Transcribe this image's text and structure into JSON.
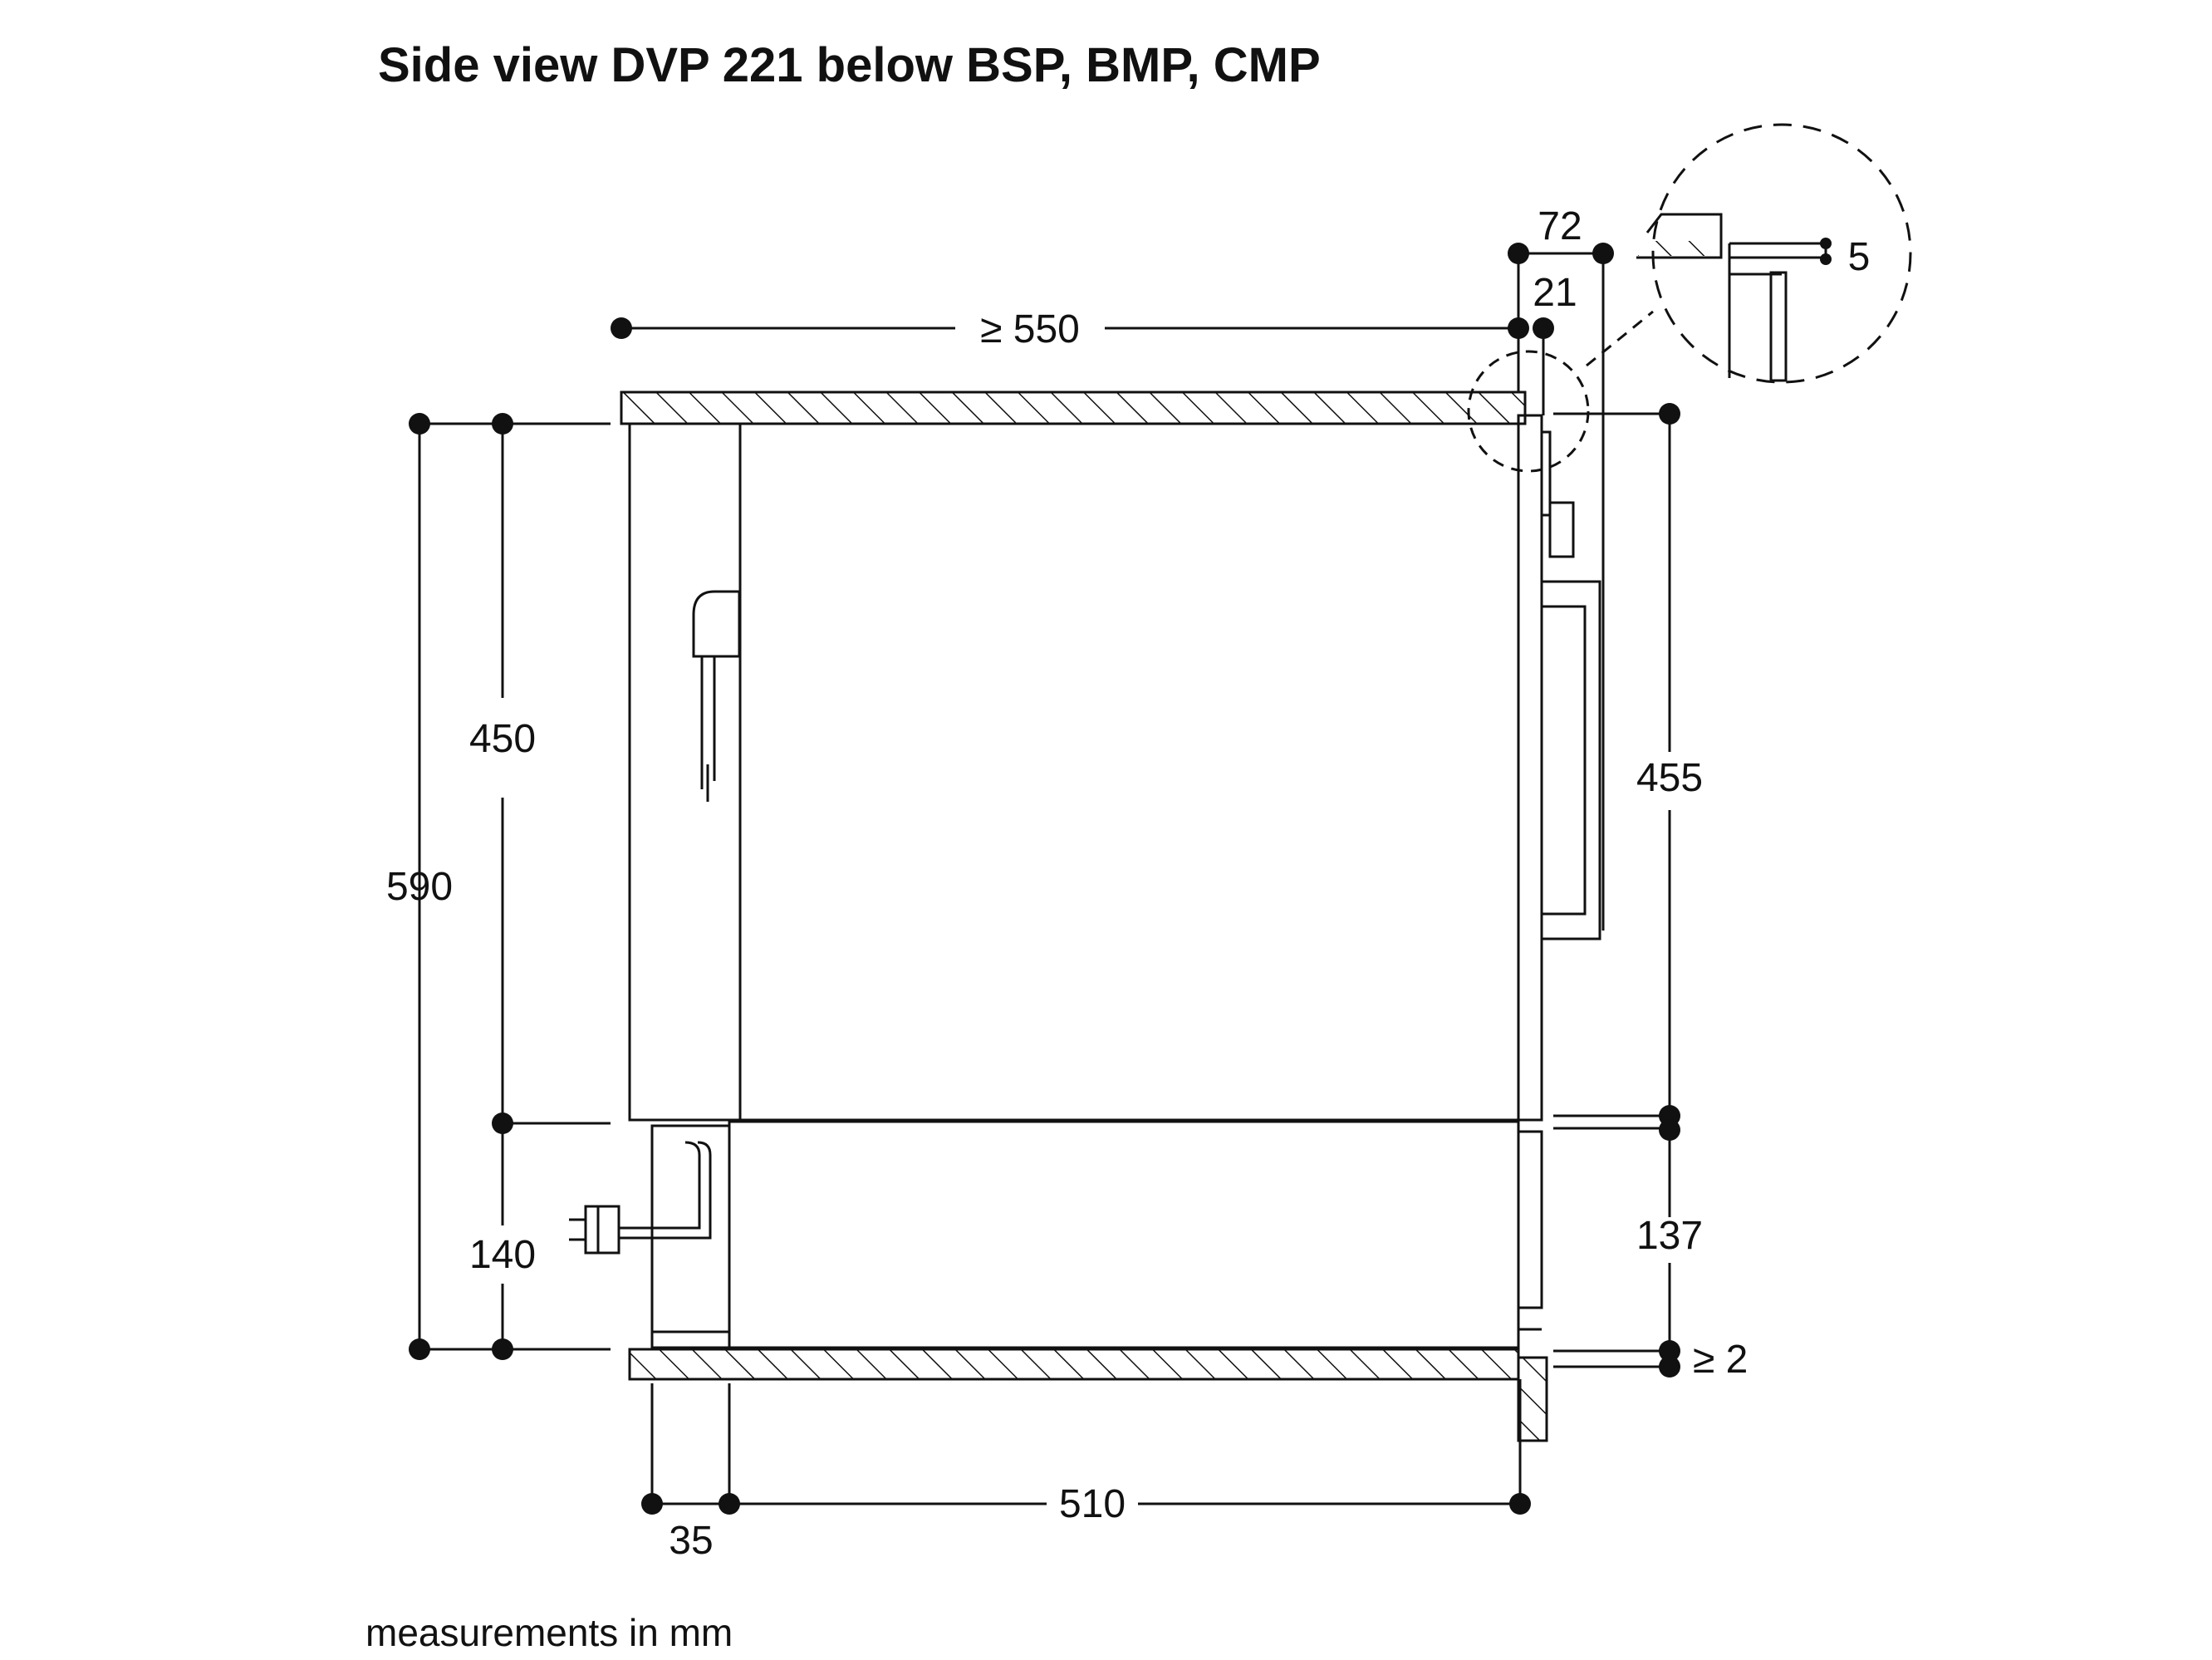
{
  "title": "Side view DVP 221 below BSP, BMP, CMP",
  "footer": "measurements in mm",
  "dimensions": {
    "top_depth": "≥ 550",
    "top_72": "72",
    "top_21": "21",
    "detail_gap": "5",
    "height_590": "590",
    "height_450": "450",
    "height_140": "140",
    "height_455": "455",
    "height_137": "137",
    "gap_bottom": "≥ 2",
    "bottom_35": "35",
    "bottom_510": "510"
  },
  "colors": {
    "line": "#111111",
    "background": "#ffffff"
  }
}
